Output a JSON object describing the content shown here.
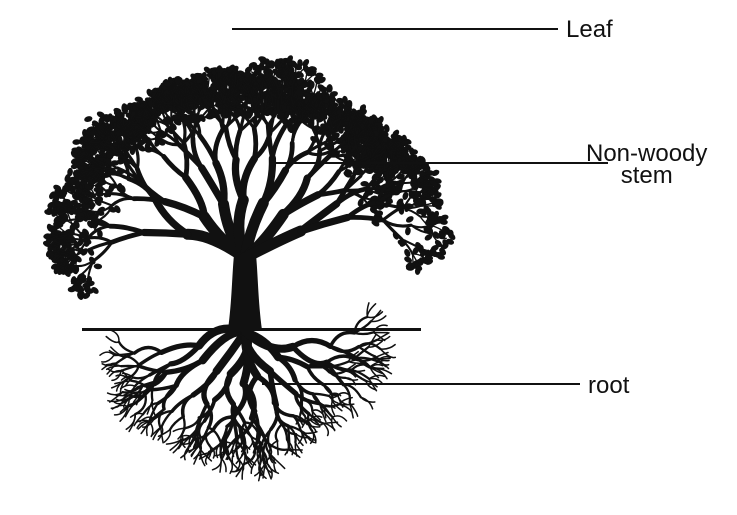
{
  "labels": {
    "leaf": "Leaf",
    "stem_line1": "Non-woody",
    "stem_line2": "stem",
    "root": "root"
  },
  "colors": {
    "ink": "#111111",
    "background": "#ffffff"
  }
}
